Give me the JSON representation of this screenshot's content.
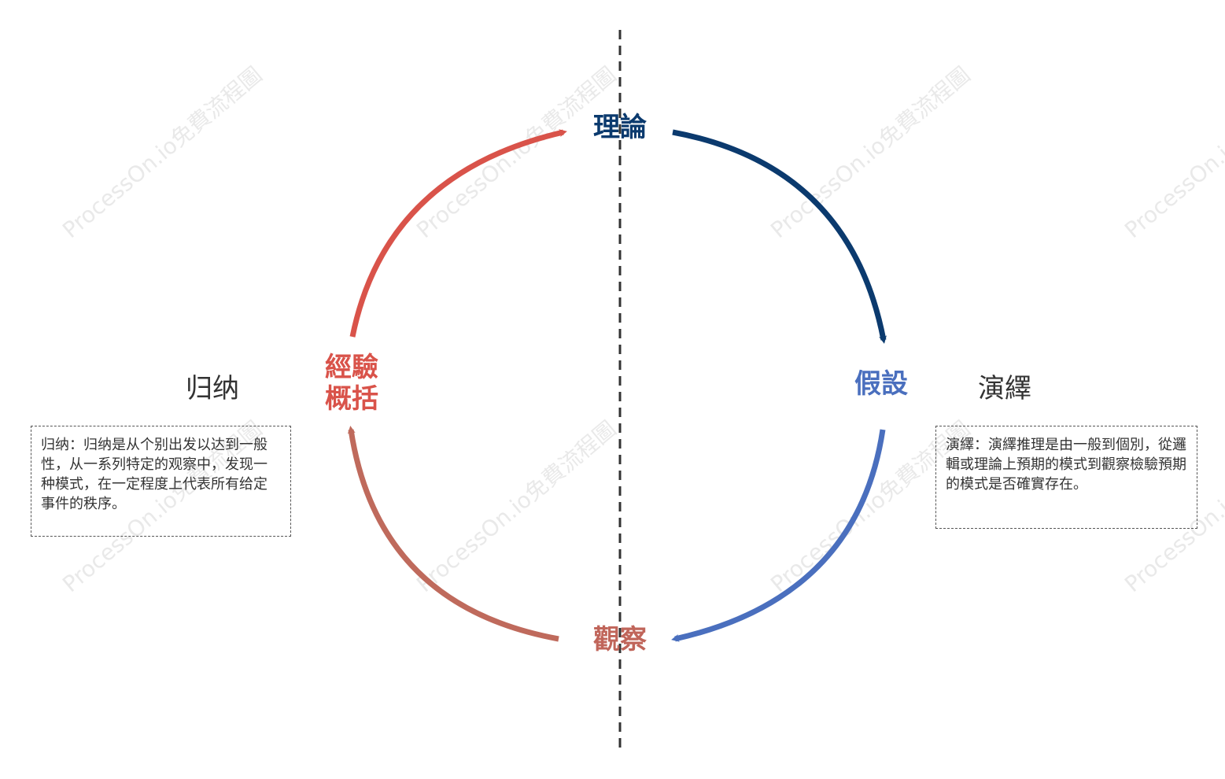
{
  "nodes": {
    "theory": "理論",
    "hypothesis": "假設",
    "observation": "觀察",
    "empirical_line1": "經驗",
    "empirical_line2": "概括"
  },
  "sections": {
    "induction_title": "归纳",
    "deduction_title": "演繹"
  },
  "descriptions": {
    "induction": "归纳：归纳是从个别出发以达到一般性，从一系列特定的观察中，发现一种模式，在一定程度上代表所有给定事件的秩序。",
    "deduction": "演繹：演繹推理是由一般到個別，從邏輯或理論上預期的模式到觀察檢驗預期的模式是否確實存在。"
  },
  "watermark": "ProcessOn.io免費流程圖",
  "colors": {
    "theory": "#0b3a6e",
    "hypothesis": "#4a6fbe",
    "observation": "#c0655a",
    "empirical": "#d9534a",
    "arrow_theory_hypothesis": "#0b3a6e",
    "arrow_hypothesis_observation": "#4a6fbe",
    "arrow_observation_empirical": "#bf6a5c",
    "arrow_empirical_theory": "#d9534a",
    "divider": "#333333"
  }
}
